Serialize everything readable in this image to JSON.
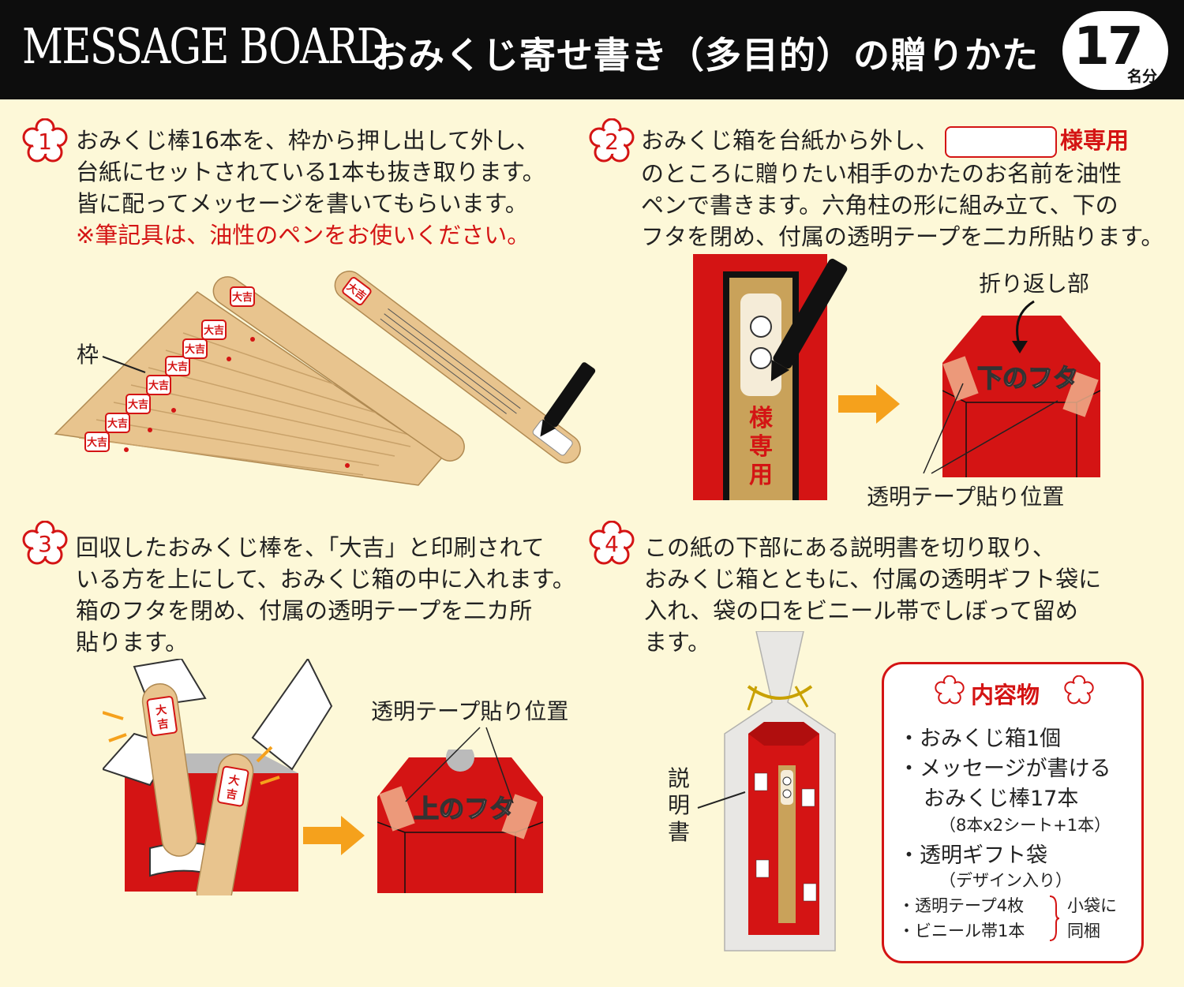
{
  "header": {
    "brand": "MESSAGE BOARD",
    "title": "おみくじ寄せ書き（多目的）の贈りかた",
    "badge_number": "17",
    "badge_unit": "名分"
  },
  "colors": {
    "accent_red": "#d41414",
    "header_bg": "#0d0d0d",
    "page_bg": "#fdf8d8",
    "arrow_orange": "#f5a11c"
  },
  "step1": {
    "number": "1",
    "lines": [
      "おみくじ棒16本を、枠から押し出して外し、",
      "台紙にセットされている1本も抜き取ります。",
      "皆に配ってメッセージを書いてもらいます。"
    ],
    "note": "※筆記具は、油性のペンをお使いください。",
    "frame_label": "枠"
  },
  "step2": {
    "number": "2",
    "line1_before": "おみくじ箱を台紙から外し、",
    "line1_after": "様専用",
    "lines": [
      "のところに贈りたい相手のかたのお名前を油性",
      "ペンで書きます。六角柱の形に組み立て、下の",
      "フタを閉め、付属の透明テープを二カ所貼ります。"
    ],
    "box_label": "様専用",
    "fold_label": "折り返し部",
    "lid_label": "下のフタ",
    "tape_label": "透明テープ貼り位置"
  },
  "step3": {
    "number": "3",
    "lines": [
      "回収したおみくじ棒を、「大吉」と印刷されて",
      "いる方を上にして、おみくじ箱の中に入れます。",
      "箱のフタを閉め、付属の透明テープを二カ所",
      "貼ります。"
    ],
    "tape_label": "透明テープ貼り位置",
    "lid_label": "上のフタ"
  },
  "step4": {
    "number": "4",
    "lines": [
      "この紙の下部にある説明書を切り取り、",
      "おみくじ箱とともに、付属の透明ギフト袋に",
      "入れ、袋の口をビニール帯でしぼって留め",
      "ます。"
    ],
    "manual_label": [
      "説",
      "明",
      "書"
    ]
  },
  "contents": {
    "title": "内容物",
    "items": [
      "・おみくじ箱1個",
      "・メッセージが書ける",
      "おみくじ棒17本",
      "（8本x2シート+1本）",
      "・透明ギフト袋",
      "（デザイン入り）",
      "・透明テープ4枚",
      "・ビニール帯1本"
    ],
    "bundle_note": [
      "小袋に",
      "同梱"
    ]
  },
  "stick_text": "大吉"
}
